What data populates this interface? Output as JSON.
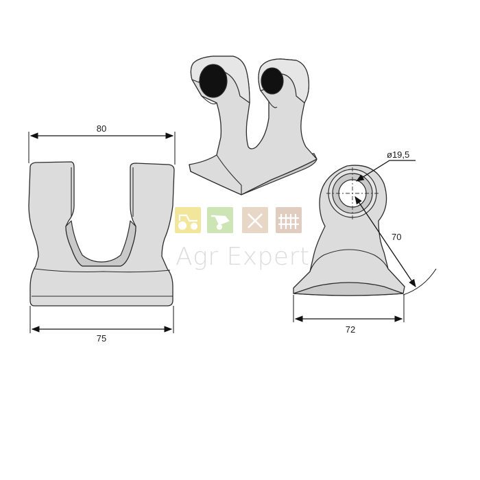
{
  "dimensions": {
    "front_top_width": "80",
    "front_bottom_width": "75",
    "side_base_width": "72",
    "side_length": "70",
    "hole_diameter": "ø19,5"
  },
  "watermark": {
    "text": "Agr Expert",
    "icons": [
      {
        "name": "tractor-icon",
        "color": "#e8d24a"
      },
      {
        "name": "wheelbarrow-icon",
        "color": "#a6cf7a"
      },
      {
        "name": "tools-icon",
        "color": "#d6b79a"
      },
      {
        "name": "fence-icon",
        "color": "#c9a48e"
      }
    ]
  }
}
